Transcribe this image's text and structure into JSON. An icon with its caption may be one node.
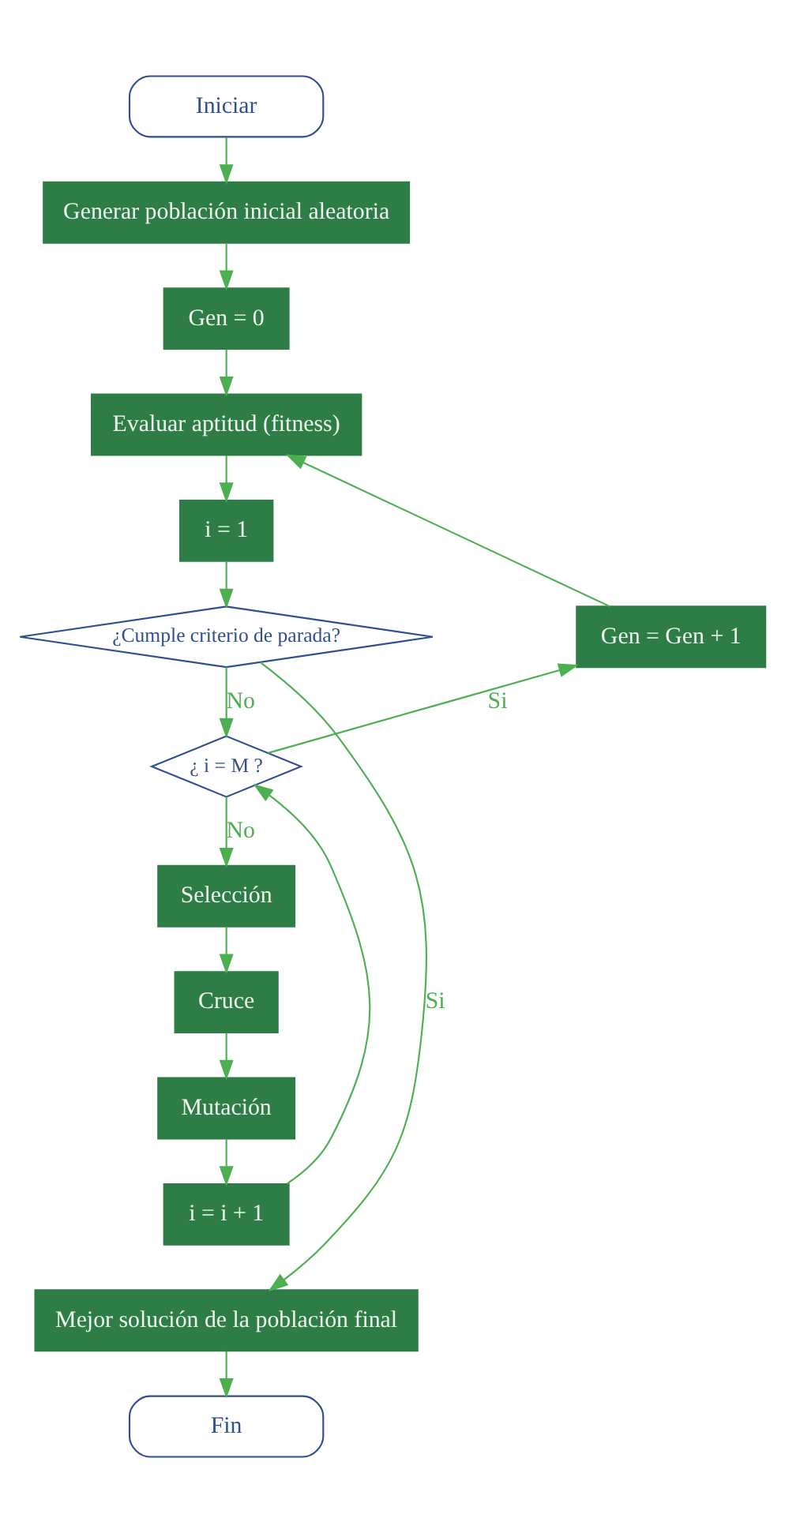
{
  "diagram": {
    "nodes": [
      {
        "text": [
          "Iniciar"
        ]
      },
      {
        "text": [
          "Generar población inicial aleatoria"
        ]
      },
      {
        "text": [
          "Gen = 0"
        ]
      },
      {
        "text": [
          "Evaluar aptitud (fitness)"
        ]
      },
      {
        "text": [
          "i = 1"
        ]
      },
      {
        "text": [
          "¿Cumple criterio de parada?"
        ]
      },
      {
        "text": [
          "Gen = Gen + 1"
        ]
      },
      {
        "text": [
          "¿ i = M ?"
        ]
      },
      {
        "text": [
          "Selección"
        ]
      },
      {
        "text": [
          "Cruce"
        ]
      },
      {
        "text": [
          "Mutación"
        ]
      },
      {
        "text": [
          "i = i + 1"
        ]
      },
      {
        "text": [
          "Mejor solución de la población final"
        ]
      },
      {
        "text": [
          "Fin"
        ]
      }
    ],
    "edges": [
      {
        "from": 0,
        "to": 1,
        "arrow": "to"
      },
      {
        "from": 1,
        "to": 2,
        "arrow": "to"
      },
      {
        "from": 2,
        "to": 3,
        "arrow": "to"
      },
      {
        "from": 3,
        "to": 4,
        "arrow": "to"
      },
      {
        "from": 4,
        "to": 5,
        "arrow": "to"
      },
      {
        "from": 5,
        "to": 12,
        "arrow": "to",
        "label": "Si"
      },
      {
        "from": 5,
        "to": 7,
        "arrow": "to",
        "label": "No"
      },
      {
        "from": 7,
        "to": 6,
        "arrow": "to",
        "label": "Si"
      },
      {
        "from": 6,
        "to": 3,
        "arrow": "to"
      },
      {
        "from": 7,
        "to": 8,
        "arrow": "to",
        "label": "No"
      },
      {
        "from": 8,
        "to": 9,
        "arrow": "to"
      },
      {
        "from": 9,
        "to": 10,
        "arrow": "to"
      },
      {
        "from": 10,
        "to": 11,
        "arrow": "to"
      },
      {
        "from": 11,
        "to": 7,
        "arrow": "to"
      },
      {
        "from": 12,
        "to": 13,
        "arrow": "to"
      }
    ]
  }
}
